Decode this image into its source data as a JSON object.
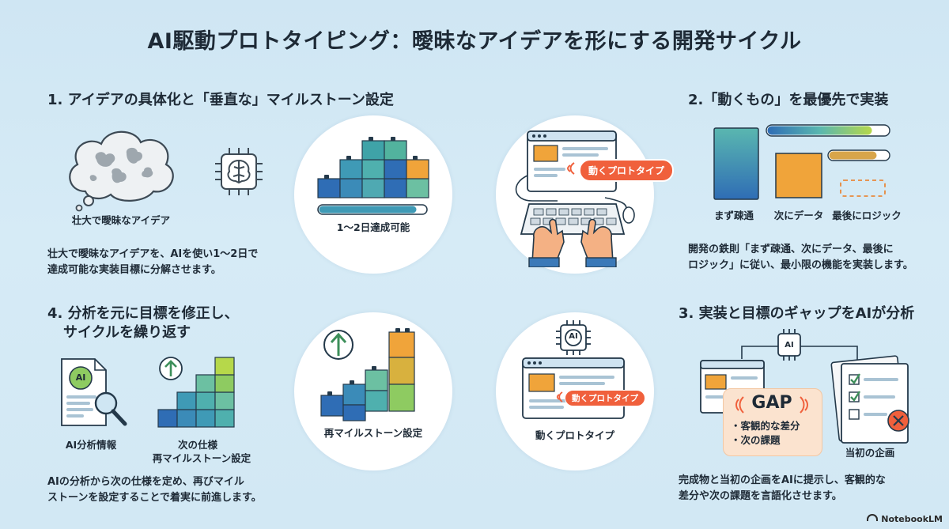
{
  "title": "AI駆動プロトタイピング：曖昧なアイデアを形にする開発サイクル",
  "step1": {
    "heading": "1. アイデアの具体化と「垂直な」マイルストーン設定",
    "cloud_label": "壮大で曖昧なアイデア",
    "circle_label": "1〜2日達成可能",
    "desc_line1": "壮大で曖昧なアイデアを、AIを使い1〜2日で",
    "desc_line2": "達成可能な実装目標に分解させます。"
  },
  "step2": {
    "heading": "2.「動くもの」を最優先で実装",
    "badge": "動くプロトタイプ",
    "label_a": "まず疎通",
    "label_b": "次にデータ",
    "label_c": "最後にロジック",
    "desc_line1": "開発の鉄則「まず疎通、次にデータ、最後に",
    "desc_line2": "ロジック」に従い、最小限の機能を実装します。"
  },
  "step3": {
    "heading": "3. 実装と目標のギャップをAIが分析",
    "chip_label": "AI",
    "gap_title": "GAP",
    "gap_item1": "・客観的な差分",
    "gap_item2": "・次の課題",
    "doc_label": "当初の企画",
    "desc_line1": "完成物と当初の企画をAIに提示し、客観的な",
    "desc_line2": "差分や次の課題を言語化させます。"
  },
  "step4": {
    "heading_line1": "4. 分析を元に目標を修正し、",
    "heading_line2": "サイクルを繰り返す",
    "doc_ai": "AI",
    "doc_label": "AI分析情報",
    "stairs_label_line1": "次の仕様",
    "stairs_label_line2": "再マイルストーン設定",
    "circle_label": "再マイルストーン設定",
    "desc_line1": "AIの分析から次の仕様を定め、再びマイル",
    "desc_line2": "ストーンを設定することで着実に前進します。"
  },
  "center": {
    "proto_badge": "動くプロトタイプ",
    "proto_label": "動くプロトタイプ",
    "chip_label": "AI"
  },
  "footer": "NotebookLM",
  "colors": {
    "background": "#d3e9f5",
    "orange_accent": "#f0603c",
    "teal": "#3d8fa6",
    "blue": "#2f6db5",
    "lime": "#b6d84a"
  }
}
